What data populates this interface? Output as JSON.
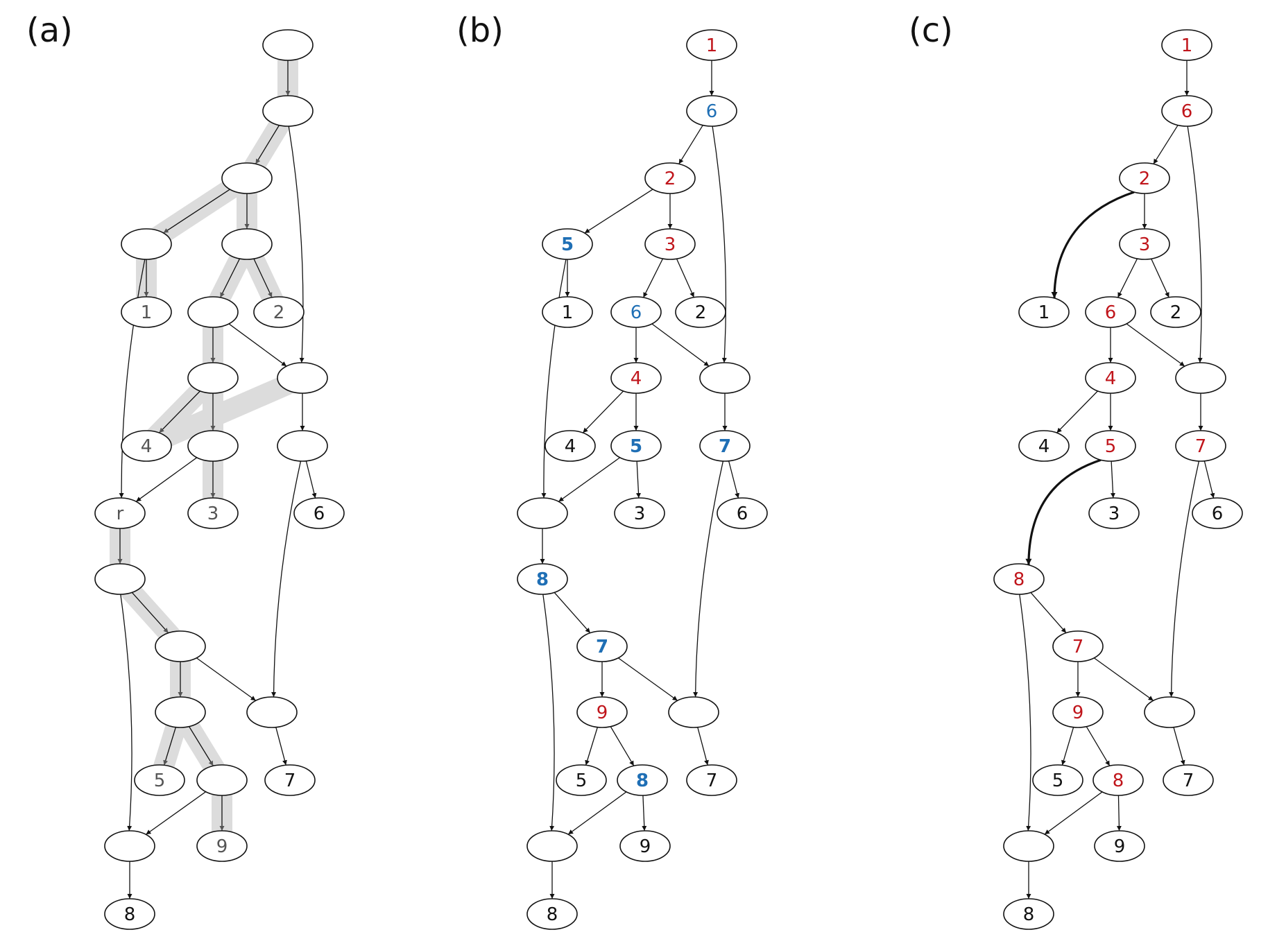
{
  "colors": {
    "red": "#c0151b",
    "blue": "#1f6fb5",
    "black": "#111111",
    "gray": "#555555",
    "highlight": "#dcdcdc"
  },
  "panels": [
    {
      "label": "(a)",
      "nodes": [
        {
          "id": "n1",
          "text": ""
        },
        {
          "id": "n2",
          "text": ""
        },
        {
          "id": "n3",
          "text": ""
        },
        {
          "id": "n4",
          "text": ""
        },
        {
          "id": "n5",
          "text": ""
        },
        {
          "id": "l1",
          "text": "1"
        },
        {
          "id": "n6",
          "text": ""
        },
        {
          "id": "l2",
          "text": "2"
        },
        {
          "id": "n7",
          "text": ""
        },
        {
          "id": "n8",
          "text": ""
        },
        {
          "id": "l4",
          "text": "4"
        },
        {
          "id": "n9",
          "text": ""
        },
        {
          "id": "n10",
          "text": ""
        },
        {
          "id": "r",
          "text": "r"
        },
        {
          "id": "l3",
          "text": "3"
        },
        {
          "id": "l6",
          "text": "6"
        },
        {
          "id": "n11",
          "text": ""
        },
        {
          "id": "n12",
          "text": ""
        },
        {
          "id": "n13",
          "text": ""
        },
        {
          "id": "n14",
          "text": ""
        },
        {
          "id": "l5",
          "text": "5"
        },
        {
          "id": "n15",
          "text": ""
        },
        {
          "id": "l7",
          "text": "7"
        },
        {
          "id": "n16",
          "text": ""
        },
        {
          "id": "l9",
          "text": "9"
        },
        {
          "id": "l8",
          "text": "8"
        }
      ]
    },
    {
      "label": "(b)",
      "nodes": [
        {
          "id": "n1",
          "text": "1",
          "color": "red"
        },
        {
          "id": "n2",
          "text": "6",
          "color": "blue"
        },
        {
          "id": "n3",
          "text": "2",
          "color": "red"
        },
        {
          "id": "n4",
          "text": "5",
          "color": "blue",
          "bold": true
        },
        {
          "id": "n5",
          "text": "3",
          "color": "red"
        },
        {
          "id": "l1",
          "text": "1"
        },
        {
          "id": "n6",
          "text": "6",
          "color": "blue"
        },
        {
          "id": "l2",
          "text": "2"
        },
        {
          "id": "n7",
          "text": "4",
          "color": "red"
        },
        {
          "id": "n8",
          "text": ""
        },
        {
          "id": "l4",
          "text": "4"
        },
        {
          "id": "n9",
          "text": "5",
          "color": "blue",
          "bold": true
        },
        {
          "id": "n10",
          "text": "7",
          "color": "blue",
          "bold": true
        },
        {
          "id": "r",
          "text": ""
        },
        {
          "id": "l3",
          "text": "3"
        },
        {
          "id": "l6",
          "text": "6"
        },
        {
          "id": "n11",
          "text": "8",
          "color": "blue",
          "bold": true
        },
        {
          "id": "n12",
          "text": "7",
          "color": "blue",
          "bold": true
        },
        {
          "id": "n13",
          "text": "9",
          "color": "red"
        },
        {
          "id": "n14",
          "text": ""
        },
        {
          "id": "l5",
          "text": "5"
        },
        {
          "id": "n15",
          "text": "8",
          "color": "blue",
          "bold": true
        },
        {
          "id": "l7",
          "text": "7"
        },
        {
          "id": "n16",
          "text": ""
        },
        {
          "id": "l9",
          "text": "9"
        },
        {
          "id": "l8",
          "text": "8"
        }
      ]
    },
    {
      "label": "(c)",
      "nodes": [
        {
          "id": "n1",
          "text": "1",
          "color": "red"
        },
        {
          "id": "n2",
          "text": "6",
          "color": "red"
        },
        {
          "id": "n3",
          "text": "2",
          "color": "red"
        },
        {
          "id": "l1",
          "text": "1"
        },
        {
          "id": "n5",
          "text": "3",
          "color": "red"
        },
        {
          "id": "n6",
          "text": "6",
          "color": "red"
        },
        {
          "id": "l2",
          "text": "2"
        },
        {
          "id": "n7",
          "text": "4",
          "color": "red"
        },
        {
          "id": "n8",
          "text": ""
        },
        {
          "id": "l4",
          "text": "4"
        },
        {
          "id": "n9",
          "text": "5",
          "color": "red"
        },
        {
          "id": "n10",
          "text": "7",
          "color": "red"
        },
        {
          "id": "l3",
          "text": "3"
        },
        {
          "id": "l6",
          "text": "6"
        },
        {
          "id": "n11",
          "text": "8",
          "color": "red"
        },
        {
          "id": "n12",
          "text": "7",
          "color": "red"
        },
        {
          "id": "n13",
          "text": "9",
          "color": "red"
        },
        {
          "id": "n14",
          "text": ""
        },
        {
          "id": "l5",
          "text": "5"
        },
        {
          "id": "n15",
          "text": "8",
          "color": "red"
        },
        {
          "id": "l7",
          "text": "7"
        },
        {
          "id": "n16",
          "text": ""
        },
        {
          "id": "l9",
          "text": "9"
        },
        {
          "id": "l8",
          "text": "8"
        }
      ]
    }
  ]
}
